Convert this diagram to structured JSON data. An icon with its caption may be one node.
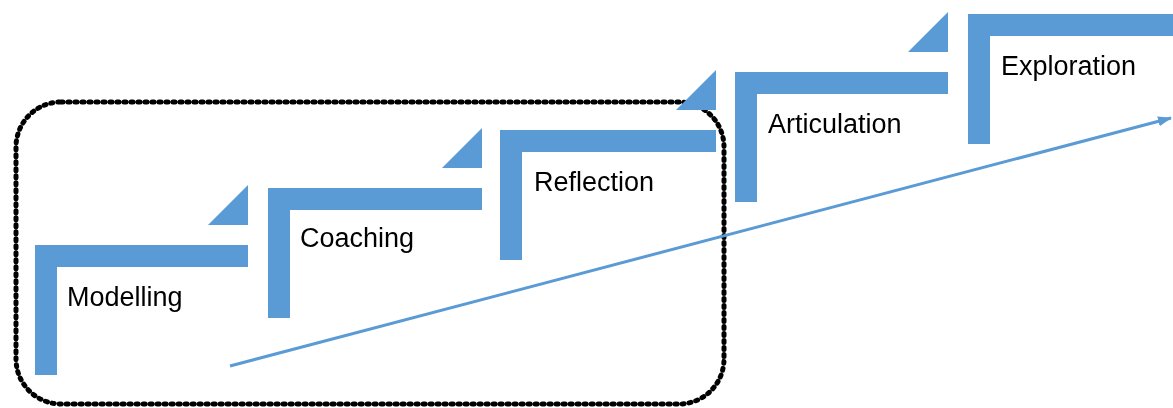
{
  "diagram": {
    "nodes": [
      {
        "text": [
          "Modelling"
        ]
      },
      {
        "text": [
          "Coaching"
        ]
      },
      {
        "text": [
          "Reflection"
        ]
      },
      {
        "text": [
          "Articulation"
        ]
      },
      {
        "text": [
          "Exploration"
        ]
      }
    ]
  }
}
